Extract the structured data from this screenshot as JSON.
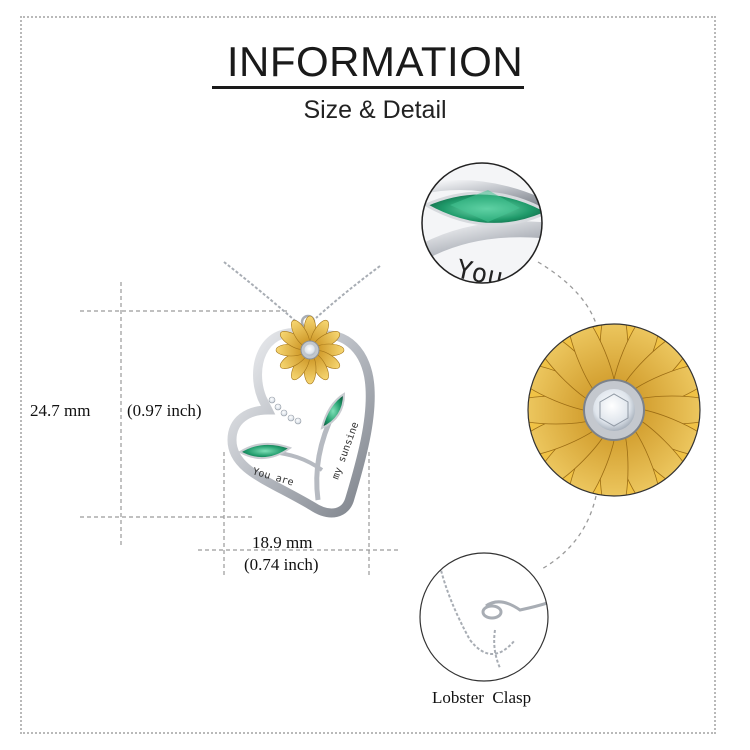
{
  "header": {
    "title": "INFORMATION",
    "subtitle": "Size & Detail"
  },
  "dimensions": {
    "height_mm": "24.7 mm",
    "height_inch": "(0.97 inch)",
    "width_mm": "18.9 mm",
    "width_inch": "(0.74 inch)"
  },
  "engraving": {
    "line1": "You are",
    "line2": "my sunsine",
    "zoom_text": "You"
  },
  "details": {
    "clasp_label": "Lobster  Clasp"
  },
  "colors": {
    "emerald": "#1f9a6a",
    "gold": "#e3b43a",
    "silver": "#c9ccd1",
    "crystal": "#eef2f6"
  }
}
